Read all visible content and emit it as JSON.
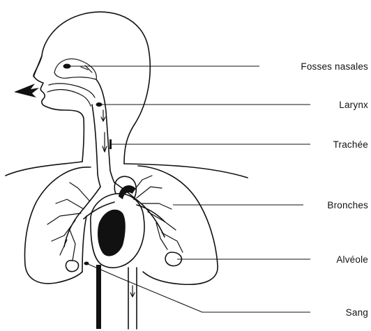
{
  "labels": {
    "fosses_nasales": "Fosses nasales",
    "larynx": "Larynx",
    "trachee": "Trachée",
    "bronches": "Bronches",
    "alveole": "Alvéole",
    "sang": "Sang"
  },
  "colors": {
    "ink": "#111111",
    "background": "#ffffff"
  }
}
